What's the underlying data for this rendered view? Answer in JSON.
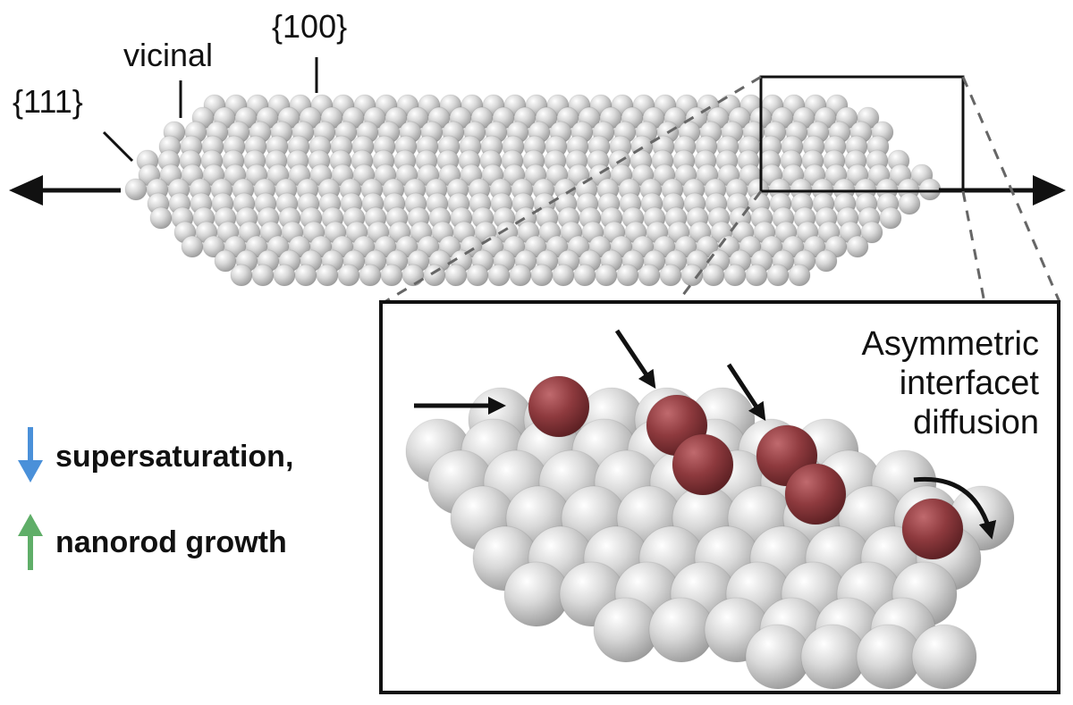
{
  "labels": {
    "facet_111": "{111}",
    "facet_vicinal": "vicinal",
    "facet_100": "{100}"
  },
  "legend": {
    "supersaturation": "supersaturation,",
    "nanorod_growth": "nanorod growth",
    "down_arrow_color": "#4a90d9",
    "up_arrow_color": "#5fae68"
  },
  "inset": {
    "annotation_lines": [
      "Asymmetric",
      "interfacet",
      "diffusion"
    ]
  },
  "colors": {
    "atom": "#cfcfcf",
    "adatom": "#8e3a3e",
    "ink": "#111111"
  }
}
